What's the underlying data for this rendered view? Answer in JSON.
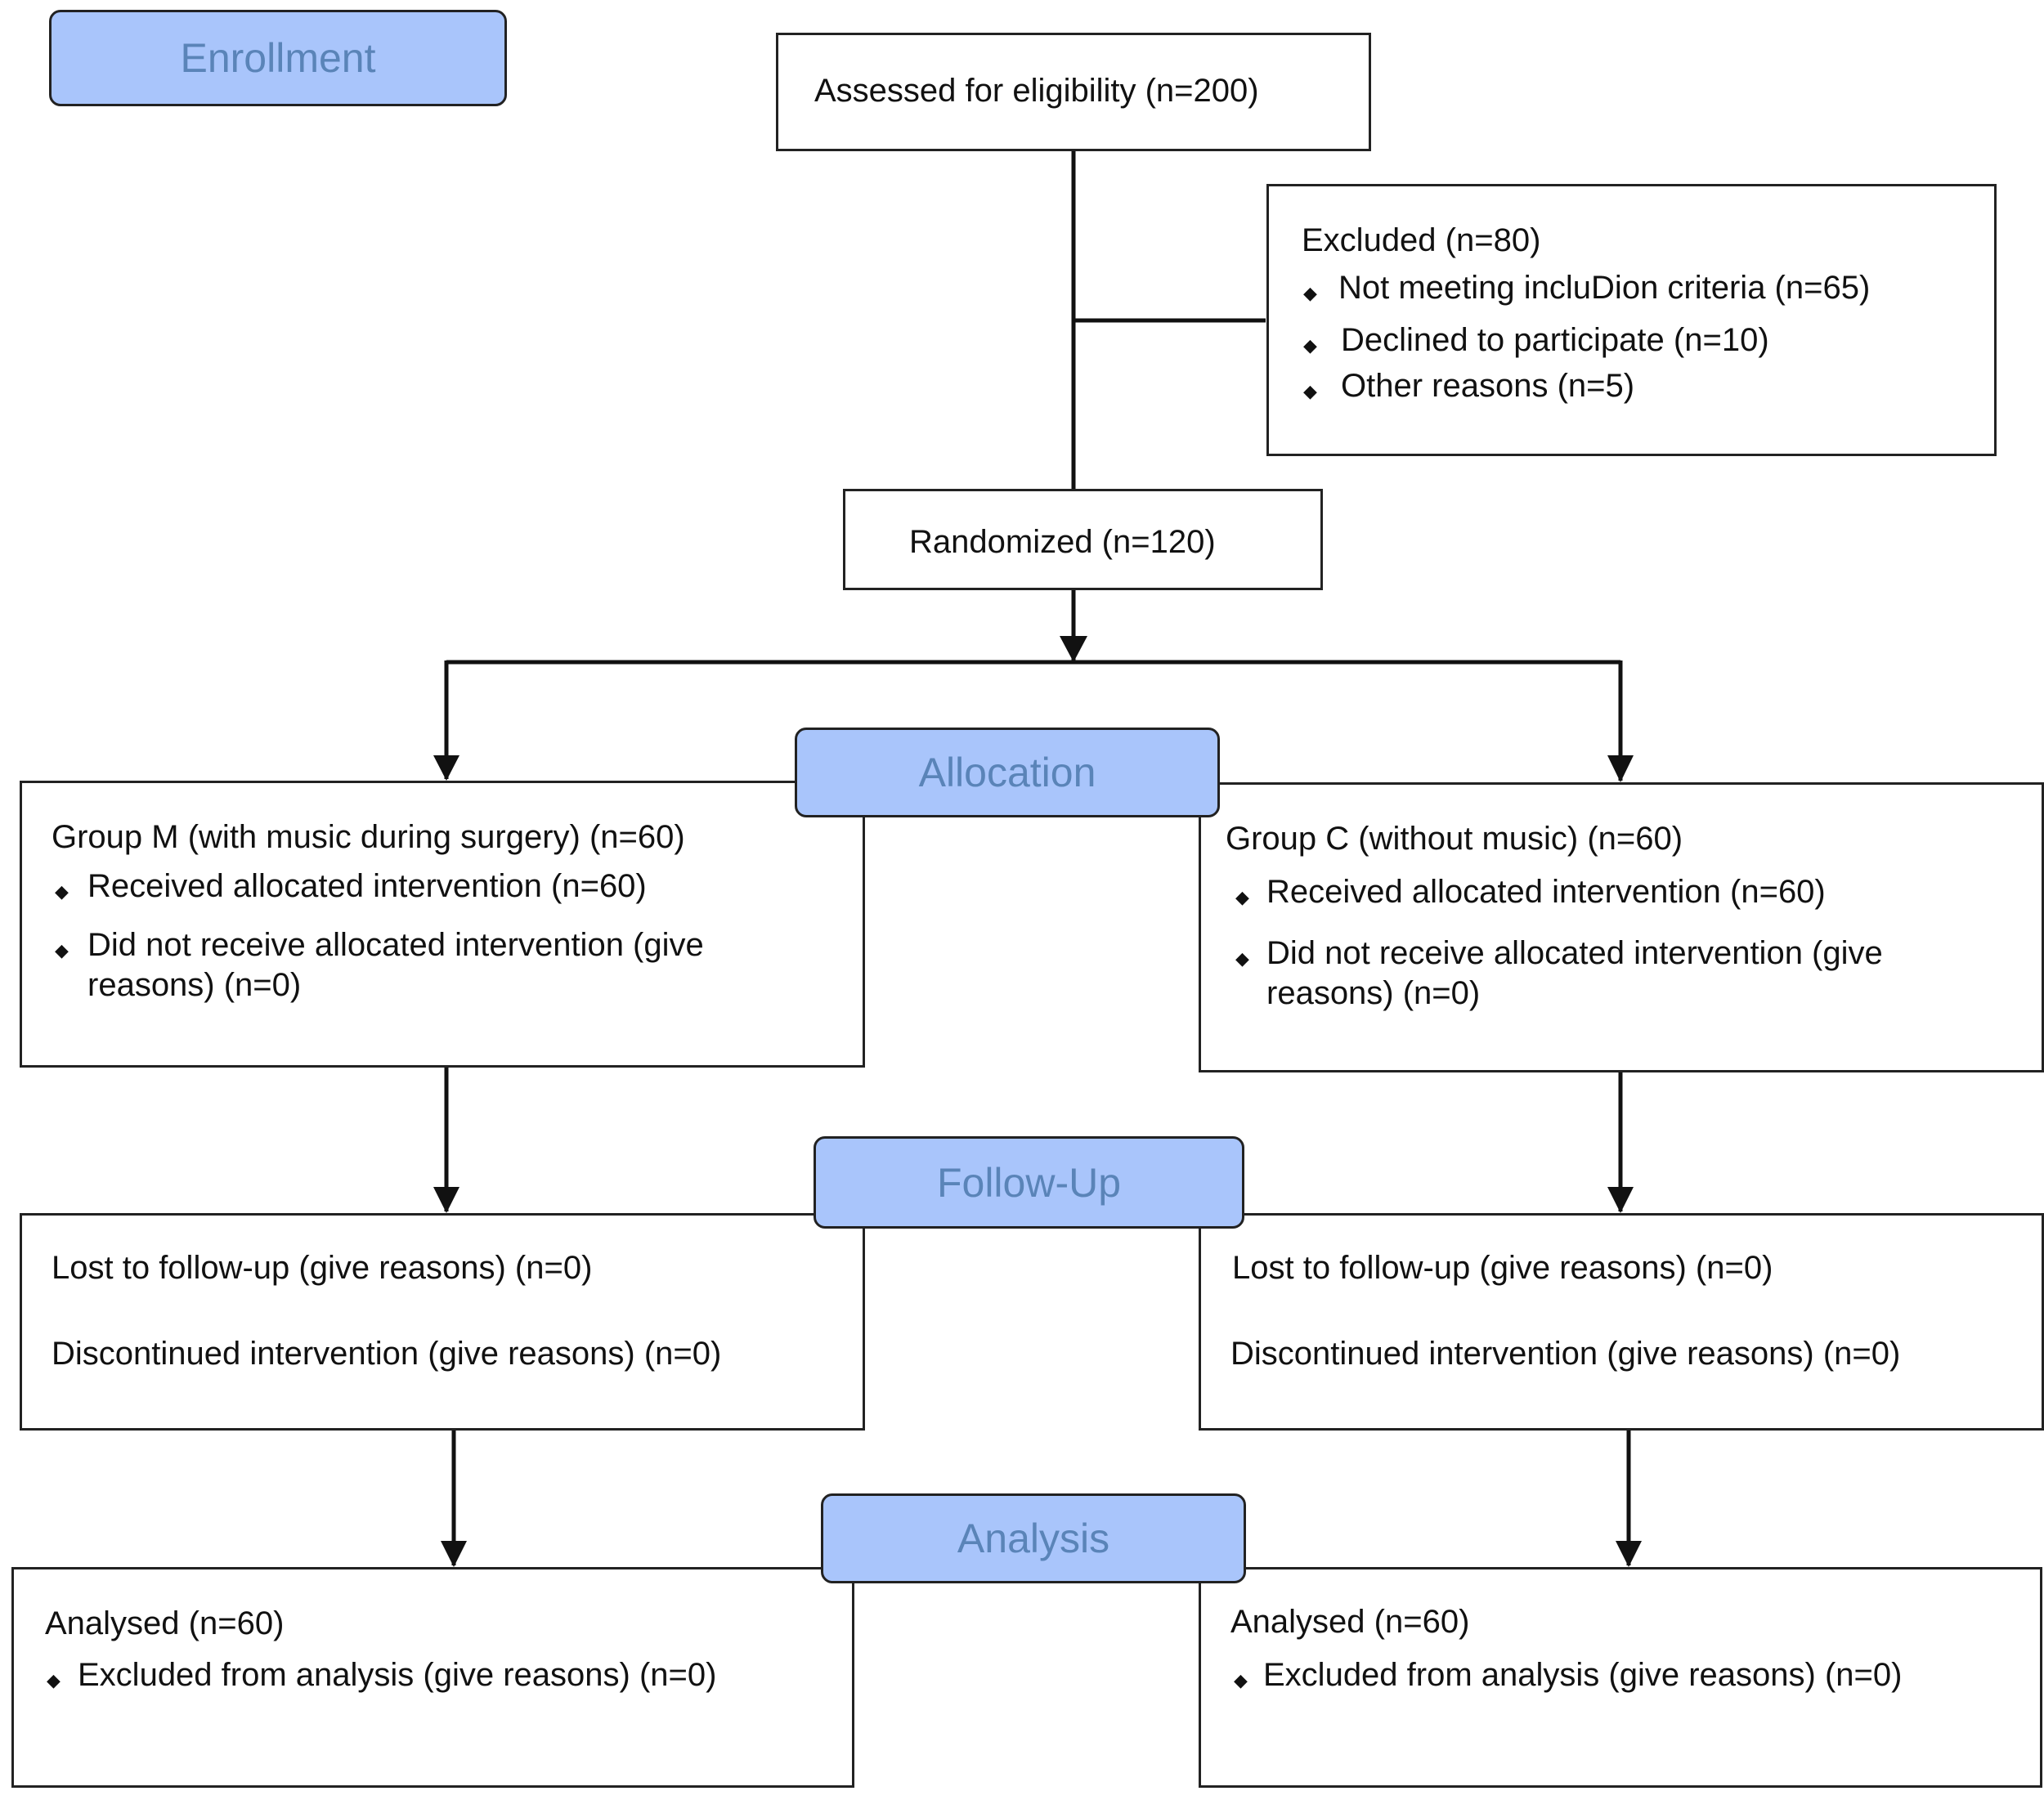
{
  "phases": {
    "enrollment": "Enrollment",
    "allocation": "Allocation",
    "follow_up": "Follow-Up",
    "analysis": "Analysis"
  },
  "assessed": "Assessed for eligibility (n=200)",
  "excluded": {
    "title": "Excluded (n=80)",
    "items": [
      "Not meeting incluDion criteria (n=65)",
      "Declined to participate (n=10)",
      "Other reasons (n=5)"
    ]
  },
  "randomized": "Randomized (n=120)",
  "allocation_m": {
    "title": "Group M (with music during surgery) (n=60)",
    "items": [
      "Received allocated intervention (n=60)",
      "Did not receive allocated intervention (give reasons) (n=0)"
    ]
  },
  "allocation_c": {
    "title": "Group C (without music) (n=60)",
    "items": [
      "Received allocated intervention (n=60)",
      "Did not receive allocated intervention (give reasons) (n=0)"
    ]
  },
  "followup_m": {
    "lost": "Lost to follow-up (give reasons) (n=0)",
    "discontinued": "Discontinued intervention (give reasons) (n=0)"
  },
  "followup_c": {
    "lost": "Lost to follow-up (give reasons) (n=0)",
    "discontinued": "Discontinued intervention (give reasons) (n=0)"
  },
  "analysis_m": {
    "title": "Analysed (n=60)",
    "item": "Excluded from analysis (give reasons) (n=0)"
  },
  "analysis_c": {
    "title": "Analysed (n=60)",
    "item": "Excluded from analysis (give reasons) (n=0)"
  },
  "colors": {
    "phase_fill": "#a9c5fb",
    "phase_text": "#5a84b8",
    "line": "#111111"
  }
}
